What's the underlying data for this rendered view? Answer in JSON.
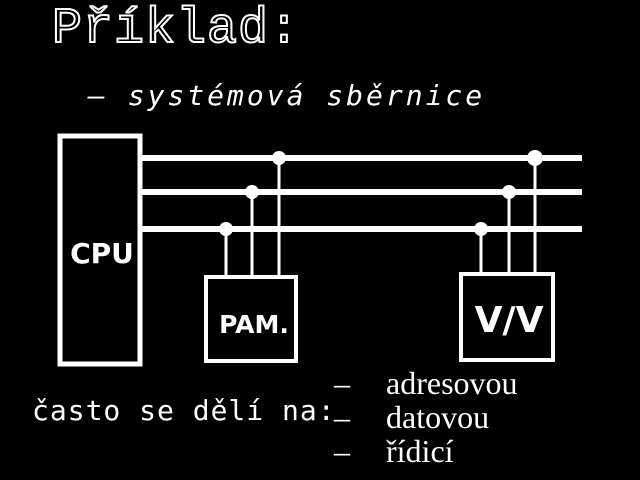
{
  "title": "Příklad:",
  "subtitle": "– systémová sběrnice",
  "blocks": {
    "cpu": "CPU",
    "memory": "PAM.",
    "io": "V/V"
  },
  "note": "často se dělí na:",
  "bus_types": [
    {
      "dash": "–",
      "label": "adresovou"
    },
    {
      "dash": "–",
      "label": "datovou"
    },
    {
      "dash": "–",
      "label": "řídicí"
    }
  ],
  "colors": {
    "background": "#000000",
    "foreground": "#ffffff"
  }
}
